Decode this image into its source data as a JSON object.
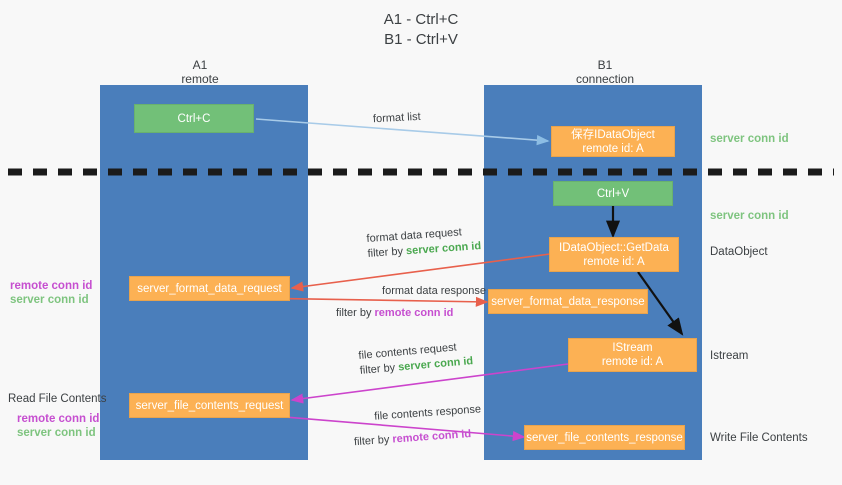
{
  "title": {
    "line1": "A1 - Ctrl+C",
    "line2": "B1 - Ctrl+V"
  },
  "columns": [
    {
      "name": "A1",
      "sub": "remote"
    },
    {
      "name": "B1",
      "sub": "connection"
    }
  ],
  "colors": {
    "lane": "#4a7ebb",
    "green_box": "#72c078",
    "orange_box": "#fcb154",
    "server_conn": "#4aa84f",
    "remote_conn": "#c64fd0",
    "arrow_blue": "#a8cbe8",
    "arrow_red": "#e8604c",
    "arrow_magenta": "#cc44cc",
    "arrow_black": "#111111",
    "background": "#f8f8f8"
  },
  "boxes": {
    "ctrl_c": {
      "line1": "Ctrl+C",
      "line2": ""
    },
    "save_idataobject": {
      "line1": "保存IDataObject",
      "line2": "remote id: A"
    },
    "ctrl_v": {
      "line1": "Ctrl+V",
      "line2": ""
    },
    "getdata": {
      "line1": "IDataObject::GetData",
      "line2": "remote id: A"
    },
    "istream": {
      "line1": "IStream",
      "line2": "remote id: A"
    },
    "server_format_data_request": {
      "line1": "server_format_data_request",
      "line2": ""
    },
    "server_format_data_response": {
      "line1": "server_format_data_response",
      "line2": ""
    },
    "server_file_contents_request": {
      "line1": "server_file_contents_request",
      "line2": ""
    },
    "server_file_contents_response": {
      "line1": "server_file_contents_response",
      "line2": ""
    }
  },
  "mid_labels": {
    "format_list": "format list",
    "format_data_request": "format data request",
    "format_data_request_filter_prefix": "filter by ",
    "format_data_request_filter_value": "server conn id",
    "format_data_response": "format data response",
    "format_data_response_filter_prefix": "filter by ",
    "format_data_response_filter_value": "remote conn id",
    "file_contents_request": "file contents request",
    "file_contents_request_filter_prefix": "filter by ",
    "file_contents_request_filter_value": "server conn id",
    "file_contents_response": "file contents response",
    "file_contents_response_filter_prefix": "filter by ",
    "file_contents_response_filter_value": "remote conn id"
  },
  "right_labels": {
    "server_conn_id_top": "server conn id",
    "server_conn_id_mid": "server conn id",
    "dataobject": "DataObject",
    "istream": "Istream",
    "write_file_contents": "Write File Contents"
  },
  "left_labels": {
    "remote_conn_id_1": "remote conn id",
    "server_conn_id_1": "server conn id",
    "read_file_contents": "Read File Contents",
    "remote_conn_id_2": "remote conn id",
    "server_conn_id_2": "server conn id"
  }
}
